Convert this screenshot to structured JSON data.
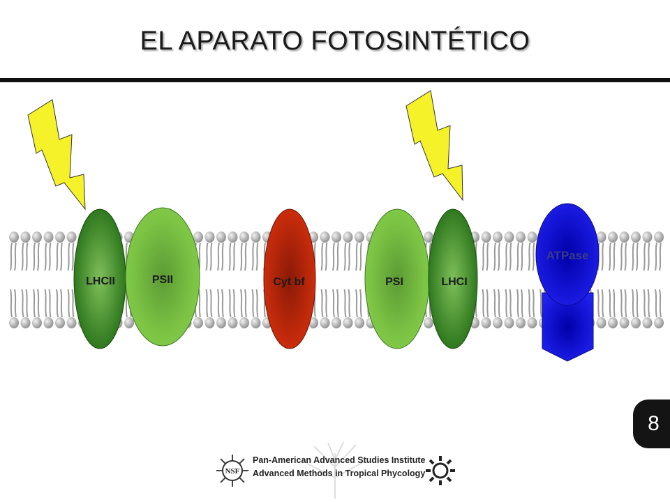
{
  "slide": {
    "title": "EL APARATO FOTOSINTÉTICO",
    "page_number": "8"
  },
  "diagram": {
    "complexes": [
      {
        "id": "lhcii",
        "label": "LHCII",
        "color": "#2e7d1e"
      },
      {
        "id": "psii",
        "label": "PSII",
        "color": "#7cc13e"
      },
      {
        "id": "cytbf",
        "label": "Cyt bf",
        "color": "#c62a0c"
      },
      {
        "id": "psi",
        "label": "PSI",
        "color": "#7cc13e"
      },
      {
        "id": "lhci",
        "label": "LHCI",
        "color": "#2e7d1e"
      },
      {
        "id": "atpase",
        "label": "ATPase",
        "color": "#1d1de0"
      }
    ],
    "light_bolt_color": "#f5f22a",
    "lipid_color": "#a8a8a8"
  },
  "footer": {
    "line1": "Pan-American Advanced Studies Institute",
    "line2": "Advanced Methods in Tropical Phycology",
    "logo_left": "NSF"
  }
}
